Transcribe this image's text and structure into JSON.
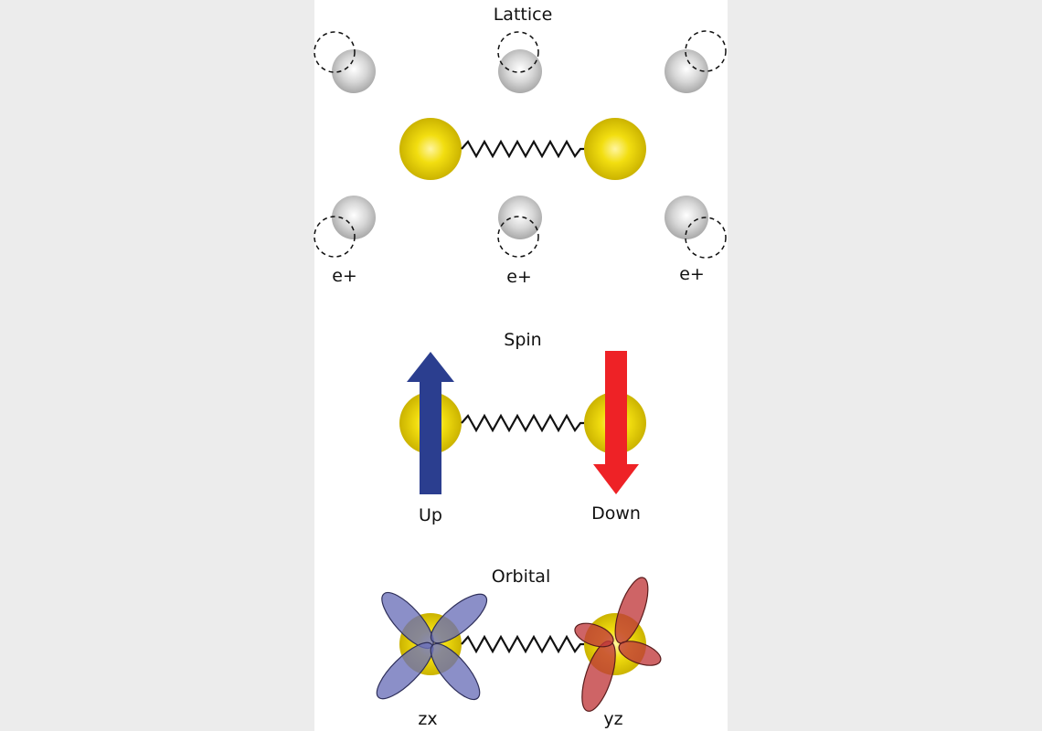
{
  "sections": {
    "lattice": {
      "title": "Lattice",
      "ion_labels": [
        "e+",
        "e+",
        "e+"
      ]
    },
    "spin": {
      "title": "Spin",
      "left_label": "Up",
      "right_label": "Down"
    },
    "orbital": {
      "title": "Orbital",
      "left_label": "zx",
      "right_label": "yz"
    }
  },
  "colors": {
    "background": "#ececec",
    "panel": "#ffffff",
    "atom": "#f0dc00",
    "ion": "#c8c8c8",
    "spring": "#111111",
    "spin_up": "#2b3e8f",
    "spin_down": "#ee2226",
    "orbital_zx": "#6a6fb8",
    "orbital_yz": "#c0393b"
  }
}
